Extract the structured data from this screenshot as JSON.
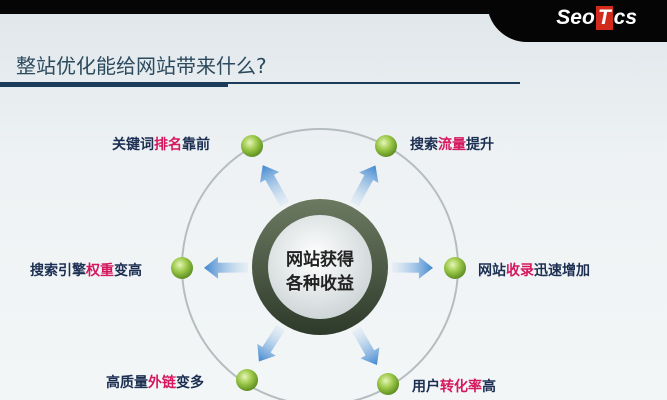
{
  "logo": {
    "prefix": "Seo",
    "highlight": "T",
    "suffix": "cs"
  },
  "title": "整站优化能给网站带来什么?",
  "center": {
    "line1": "网站获得",
    "line2": "各种收益"
  },
  "benefits": [
    {
      "pre": "关键词",
      "hl": "排名",
      "post": "靠前"
    },
    {
      "pre": "搜索",
      "hl": "流量",
      "post": "提升"
    },
    {
      "pre": "搜索引擎",
      "hl": "权重",
      "post": "变高"
    },
    {
      "pre": "网站",
      "hl": "收录",
      "post": "迅速增加"
    },
    {
      "pre": "高质量",
      "hl": "外链",
      "post": "变多"
    },
    {
      "pre": "用户",
      "hl": "转化率",
      "post": "高"
    }
  ],
  "colors": {
    "accent": "#d5175e",
    "text": "#1c2f52",
    "node": "#8dbb3c",
    "arrow": "#4a8fd0"
  }
}
